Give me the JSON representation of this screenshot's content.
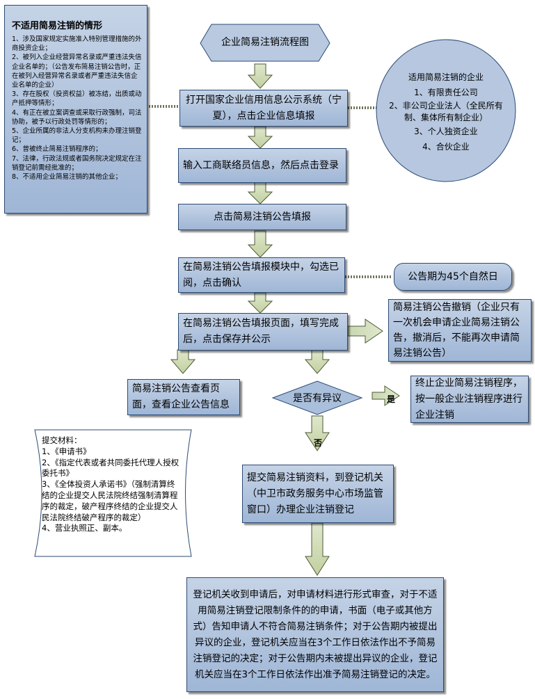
{
  "title": "企业简易注销流程图",
  "left_box": {
    "heading": "不适用简易注销的情形",
    "items": [
      "1、涉及国家规定实施准入特别管理措施的外商投资企业；",
      "2、被列入企业经营异常名录或严重违法失信企业名单的；（公告发布简易注销公告时，正在被列入经营异常名录或者严重违法失信企业名单的企业）",
      "3、存在股权（投资权益）被冻结，出质或动产抵押等情形；",
      "4、有正在被立案调查或采取行政强制，司法协助，被予以行政处罚等情形的；",
      "5、企业所属的非法人分支机构未办理注销登记；",
      "6、曾被终止简易注销程序的；",
      "7、法律，行政法规或者国务院决定规定在注销登记前需经批准的；",
      "8、不适用企业简易注销的其他企业；"
    ]
  },
  "right_ellipse": {
    "heading": "适用简易注销的企业",
    "items": [
      "1、有限责任公司",
      "2、非公司企业法人（全民所有制、集体所有制企业）",
      "3、个人独资企业",
      "4、合伙企业"
    ]
  },
  "steps": {
    "s1": "打开国家企业信用信息公示系统（宁夏），点击企业信息填报",
    "s2": "输入工商联络员信息，然后点击登录",
    "s3": "点击简易注销公告填报",
    "s4": "在简易注销公告填报模块中，勾选已阅，点击确认",
    "s5": "在简易注销公告填报页面，填写完成后，点击保存并公示",
    "notice_period": "公告期为45个自然日",
    "withdraw": "简易注销公告撤销（企业只有一次机会申请企业简易注销公告，撤消后，不能再次申请简易注销公告）",
    "view": "简易注销公告查看页面，查看企业公告信息",
    "decision": "是否有异议",
    "yes_label": "是",
    "no_label": "否",
    "terminate": "终止企业简易注销程序，按一般企业注销程序进行企业注销",
    "submit": "提交简易注销资料，到登记机关（中卫市政务服务中心市场监管窗口）办理企业注销登记",
    "final": "登记机关收到申请后，对申请材料进行形式审查，对于不适用简易注销登记限制条件的的申请，书面（电子或其他方式）告知申请人不符合简易注销条件；对于公告期内被提出异议的企业，登记机关应当在3个工作日依法作出不予简易注销登记的决定；对于公告期内未被提出异议的企业，登记机关应当在3个工作日依法作出准予简易注销登记的决定。"
  },
  "materials": {
    "heading": "提交材料：",
    "items": [
      "1、《申请书》",
      "2、《指定代表或者共同委托代理人授权委托书》",
      "3、《全体投资人承诺书》（强制清算终结的企业提交人民法院终结强制清算程序的裁定，破产程序终结的企业提交人民法院终结破产程序的裁定）",
      "4、营业执照正、副本。"
    ]
  }
}
